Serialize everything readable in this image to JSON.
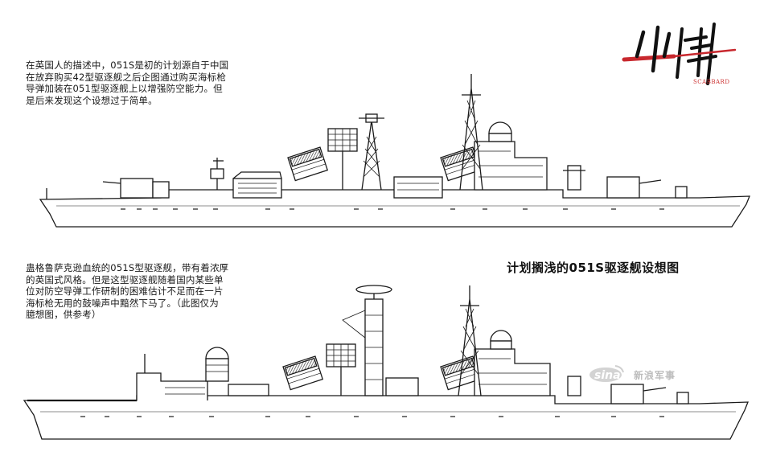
{
  "caption": "计划搁浅的051S驱逐舰设想图",
  "note_top": "在英国人的描述中，051S是初的计划源自于中国\n在放弃购买42型驱逐舰之后企图通过购买海标枪\n导弹加装在051型驱逐舰上以增强防空能力。但\n是后来发现这个设想过于简单。",
  "note_bottom": "蛊格鲁萨克逊血统的051S型驱逐舰，带有着浓厚\n的英国式风格。但是这型驱逐舰随着国内某些单\n位对防空导弹工作研制的困难估计不足而在一片\n海标枪无用的鼓噪声中黯然下马了。（此图仅为\n臆想图，供参考）",
  "logo_subtext": "SCABBARD",
  "watermark_text": "新浪军事",
  "colors": {
    "ink": "#1a1a1a",
    "logo_red": "#c8282e",
    "watermark_gray": "#bdbdbd"
  }
}
